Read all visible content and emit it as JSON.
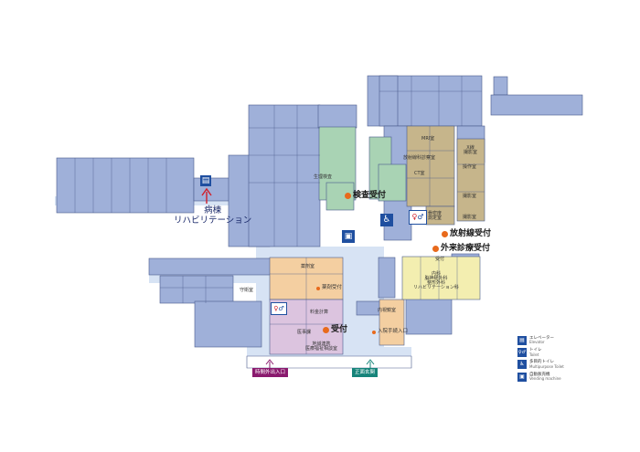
{
  "ward_label": "病棟\nリハビリテーション",
  "main_labels": {
    "kensa": "検査受付",
    "hoshasen": "放射線受付",
    "gairai": "外来診療受付",
    "uketsuke": "受付",
    "yakuzai_uketsuke": "薬剤受付"
  },
  "room_labels": {
    "ekimae": "生理検査",
    "mri": "MRI室",
    "hoshasen_kagaku": "放射線科診察室",
    "ctshitsu": "CT室",
    "shuhouka": "骨密度\n測定室",
    "x1": "X線\n撮影室",
    "sousa": "操作室",
    "x2": "撮影室",
    "x3": "撮影室",
    "uketsuke_small": "受付",
    "yakuzai": "薬剤室",
    "shuei": "守衛室",
    "kaikei": "料金計算",
    "iji": "医事課",
    "chiiki": "地域連携\n医療福祉相談室",
    "naika": "内科\n脳神経外科\n整形外科\nリハビリテーション科",
    "naishikyo": "内視鏡室",
    "nyuin": "入院手続入口"
  },
  "entrances": {
    "time_outside": "時間外出入口",
    "main": "正面玄関"
  },
  "legend": [
    {
      "icon": "elevator-icon",
      "glyph": "▤",
      "ja": "エレベーター",
      "en": "Elevator"
    },
    {
      "icon": "restroom-icon",
      "glyph": "♀♂",
      "ja": "トイレ",
      "en": "Toilet"
    },
    {
      "icon": "wheelchair-icon",
      "glyph": "♿",
      "ja": "多目的トイレ",
      "en": "Multipurpose Toilet"
    },
    {
      "icon": "vending-icon",
      "glyph": "▣",
      "ja": "自動販売機",
      "en": "Vending machine"
    }
  ],
  "colors": {
    "blue": "#9fb0d9",
    "green": "#a9d3b4",
    "tan": "#c6b58b",
    "yellow": "#f3eeb0",
    "orange": "#f4cfa1",
    "pink": "#dcc4df",
    "corridor": "#d7e3f4",
    "wall": "#4a5a8c",
    "accent_dot": "#e86a1c"
  }
}
